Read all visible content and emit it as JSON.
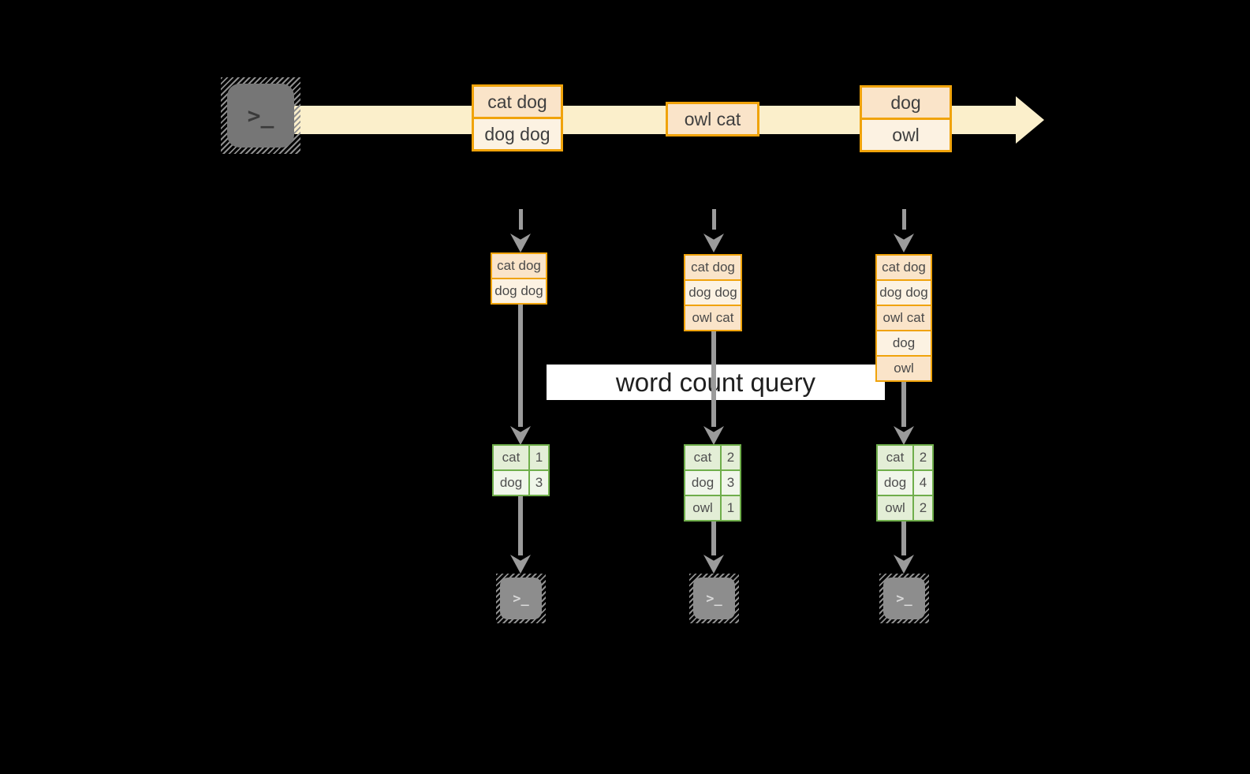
{
  "banner": {
    "label": "word count query",
    "bg": "#ffffff"
  },
  "source": {
    "icon": "terminal-icon",
    "prompt_glyph": ">_"
  },
  "stream": {
    "direction": "left-to-right",
    "band_color": "#FBEFCB",
    "batches": [
      {
        "lines": [
          "cat dog",
          "dog dog"
        ]
      },
      {
        "lines": [
          "owl cat"
        ]
      },
      {
        "lines": [
          "dog",
          "owl"
        ]
      }
    ]
  },
  "columns": [
    {
      "input": [
        "cat dog",
        "dog dog"
      ],
      "counts": [
        {
          "word": "cat",
          "count": "1"
        },
        {
          "word": "dog",
          "count": "3"
        }
      ]
    },
    {
      "input": [
        "cat dog",
        "dog dog",
        "owl cat"
      ],
      "counts": [
        {
          "word": "cat",
          "count": "2"
        },
        {
          "word": "dog",
          "count": "3"
        },
        {
          "word": "owl",
          "count": "1"
        }
      ]
    },
    {
      "input": [
        "cat dog",
        "dog dog",
        "owl cat",
        "dog",
        "owl"
      ],
      "counts": [
        {
          "word": "cat",
          "count": "2"
        },
        {
          "word": "dog",
          "count": "4"
        },
        {
          "word": "owl",
          "count": "2"
        }
      ]
    }
  ],
  "colors": {
    "background": "#000000",
    "accent_orange": "#F0A30B",
    "fill_peach": "#FAE4C9",
    "fill_cream": "#FCF2E2",
    "accent_green": "#6FAE4B",
    "fill_green": "#E3EED6",
    "fill_green_light": "#F0F6EA",
    "stream_band": "#FBEFCB",
    "arrow_gray": "#9B9B9B",
    "terminal_gray": "#767676",
    "banner_bg": "#FFFFFF"
  }
}
